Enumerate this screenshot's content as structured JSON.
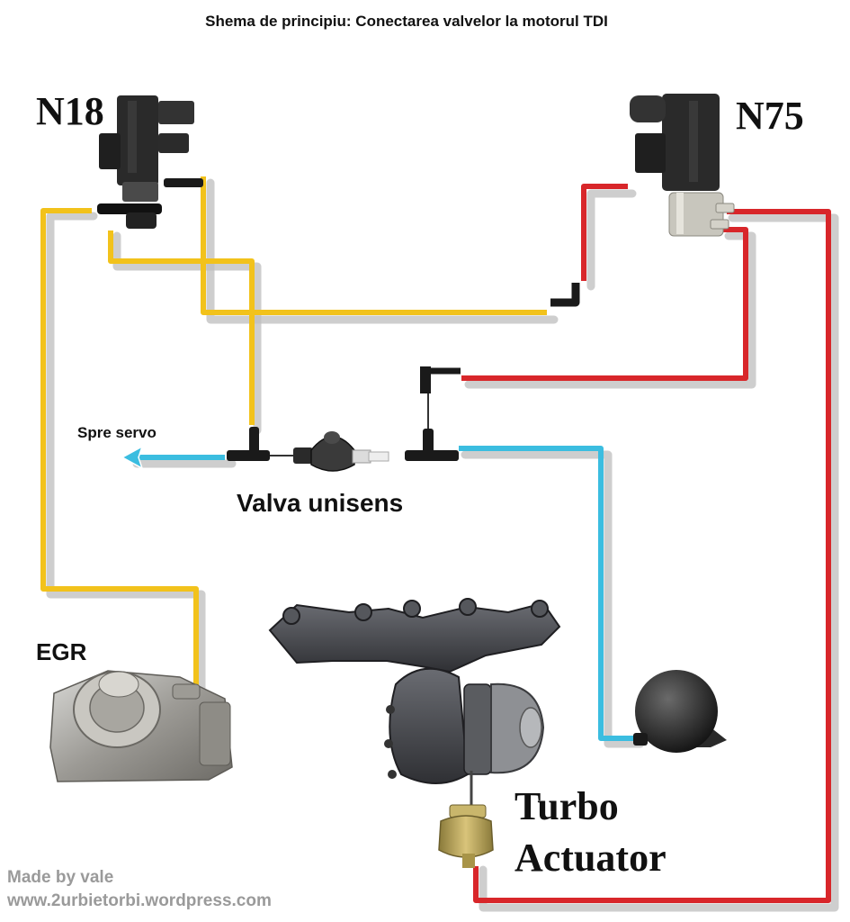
{
  "title": "Shema de principiu: Conectarea valvelor la motorul TDI",
  "labels": {
    "n18": "N18",
    "n75": "N75",
    "egr": "EGR",
    "spre_servo": "Spre servo",
    "valva_unisens": "Valva unisens",
    "turbo": "Turbo",
    "actuator": "Actuator"
  },
  "credits": {
    "line1": "Made by vale",
    "line2": "www.2urbietorbi.wordpress.com"
  },
  "colors": {
    "yellow_line": "#f2c21b",
    "red_line": "#d8262a",
    "blue_line": "#3bbde0",
    "black_hose": "#1a1a1a",
    "credit_text": "#9a9a9a"
  }
}
